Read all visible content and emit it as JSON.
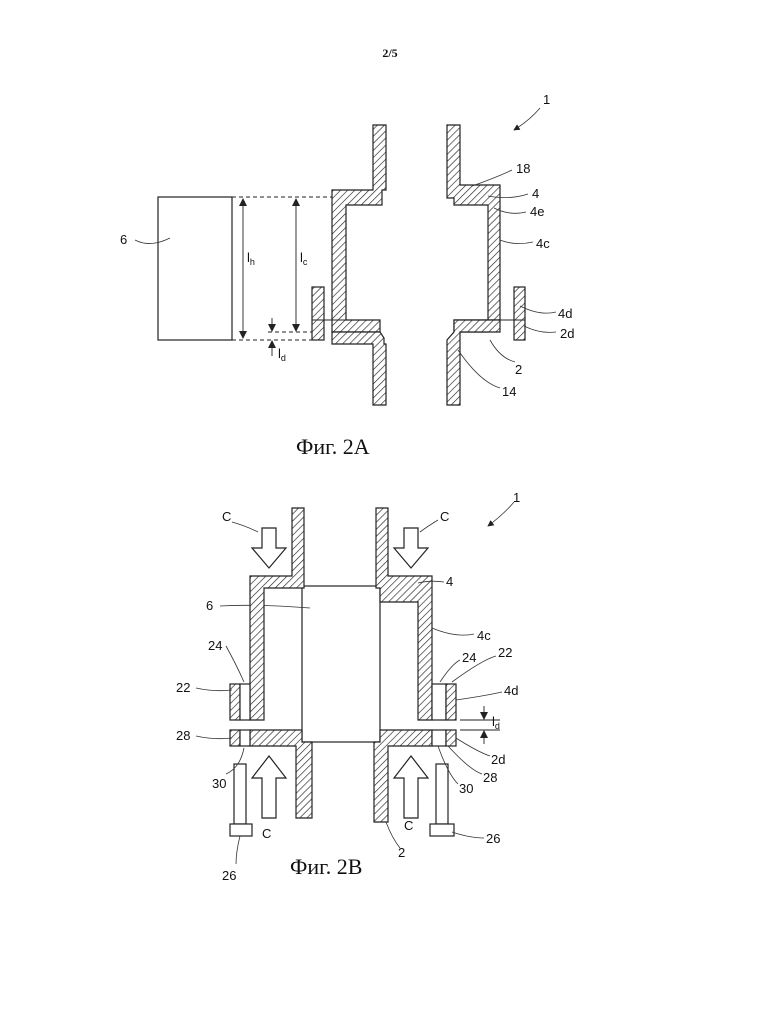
{
  "page": {
    "number": "2/5"
  },
  "figure_a": {
    "caption": "Фиг. 2А",
    "labels": {
      "assembly": "1",
      "block": "6",
      "l_h": "l",
      "l_h_sub": "h",
      "l_c": "l",
      "l_c_sub": "c",
      "l_d": "l",
      "l_d_sub": "d",
      "p18": "18",
      "p4": "4",
      "p4e": "4e",
      "p4c": "4c",
      "p4d": "4d",
      "p2d": "2d",
      "p2": "2",
      "p14": "14"
    }
  },
  "figure_b": {
    "caption": "Фиг. 2В",
    "labels": {
      "assembly": "1",
      "force_left_top": "C",
      "force_right_top": "C",
      "force_left_bottom": "C",
      "force_right_bottom": "C",
      "p4": "4",
      "p6": "6",
      "p4c": "4c",
      "p24_left": "24",
      "p24_right": "24",
      "p22_left": "22",
      "p22_right": "22",
      "p4d": "4d",
      "l_d": "l",
      "l_d_sub": "d",
      "p28_left": "28",
      "p28_right": "28",
      "p2d": "2d",
      "p30_left": "30",
      "p30_right": "30",
      "p26_left": "26",
      "p26_right": "26",
      "p2": "2"
    }
  }
}
